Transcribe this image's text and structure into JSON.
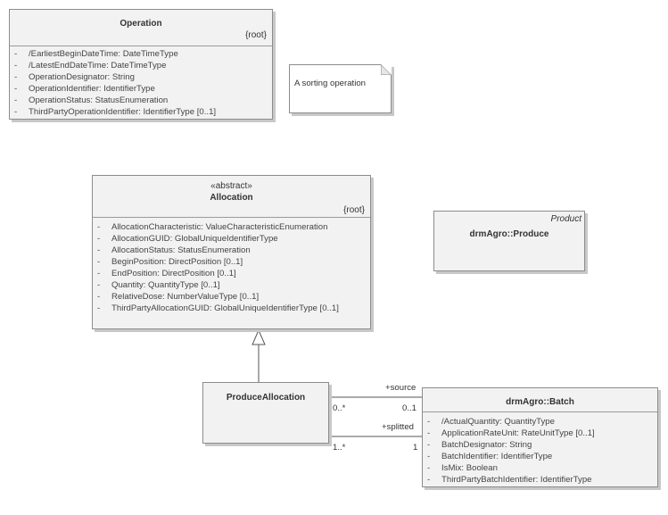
{
  "operation": {
    "name": "Operation",
    "tag": "{root}",
    "attributes": [
      "/EarliestBeginDateTime: DateTimeType",
      "/LatestEndDateTime: DateTimeType",
      "OperationDesignator: String",
      "OperationIdentifier: IdentifierType",
      "OperationStatus: StatusEnumeration",
      "ThirdPartyOperationIdentifier: IdentifierType [0..1]"
    ]
  },
  "note": {
    "text": "A sorting operation"
  },
  "allocation": {
    "stereotype": "«abstract»",
    "name": "Allocation",
    "tag": "{root}",
    "attributes": [
      "AllocationCharacteristic: ValueCharacteristicEnumeration",
      "AllocationGUID: GlobalUniqueIdentifierType",
      "AllocationStatus: StatusEnumeration",
      "BeginPosition: DirectPosition [0..1]",
      "EndPosition: DirectPosition [0..1]",
      "Quantity: QuantityType [0..1]",
      "RelativeDose: NumberValueType [0..1]",
      "ThirdPartyAllocationGUID: GlobalUniqueIdentifierType [0..1]"
    ]
  },
  "produce": {
    "stereotype": "Product",
    "name": "drmAgro::Produce"
  },
  "produce_allocation": {
    "name": "ProduceAllocation"
  },
  "batch": {
    "name": "drmAgro::Batch",
    "attributes": [
      "/ActualQuantity: QuantityType",
      "ApplicationRateUnit: RateUnitType [0..1]",
      "BatchDesignator: String",
      "BatchIdentifier: IdentifierType",
      "IsMix: Boolean",
      "ThirdPartyBatchIdentifier: IdentifierType"
    ]
  },
  "associations": {
    "source": {
      "role": "+source",
      "near_mult": "0..*",
      "far_mult": "0..1"
    },
    "splitted": {
      "role": "+splitted",
      "near_mult": "1..*",
      "far_mult": "1"
    }
  },
  "colors": {
    "box_fill": "#f2f2f2",
    "border": "#8c8c8c",
    "shadow": "#c8c8c8",
    "line": "#555555"
  }
}
